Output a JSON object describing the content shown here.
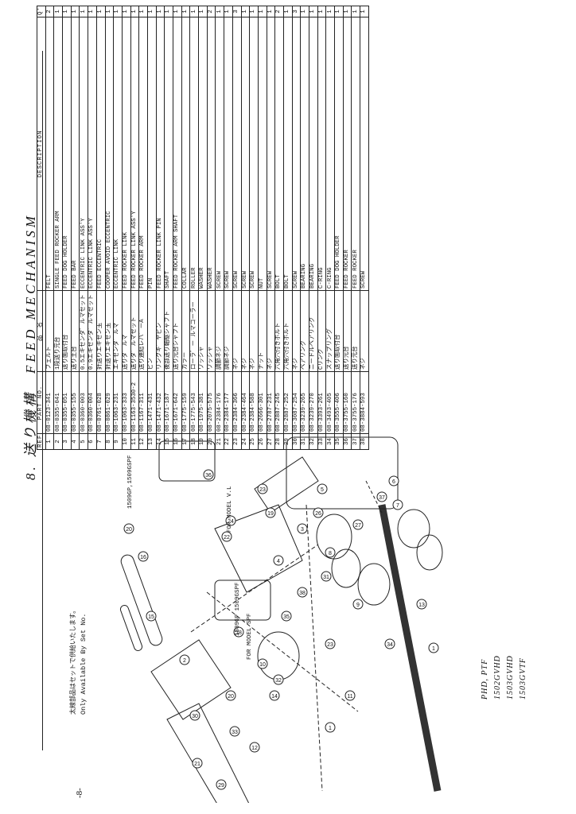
{
  "title": "8. 送り機構　FEED MECHANISM",
  "page_number": "-8-",
  "note_jp": "太線部品はセットで供給いたします。",
  "note_en": "Only Available By Set No.",
  "table": {
    "headers": {
      "ref": "REF.NO.",
      "part": "PART NO.",
      "jp": "品　名",
      "desc": "DESCRIPTION",
      "qty": "Q'TY"
    },
    "rows": [
      {
        "ref": "1",
        "part": "08-0123-341",
        "jp": "フェルト",
        "desc": "FELT",
        "qty": "2"
      },
      {
        "ref": "2",
        "part": "08-0355-041",
        "jp": "1段送り元台",
        "desc": "SINGLE FEED ROCKER ARM",
        "qty": "1"
      },
      {
        "ref": "3",
        "part": "08-0355-051",
        "jp": "送り歯取付台",
        "desc": "FEED DOG HOLDER",
        "qty": "1"
      },
      {
        "ref": "4",
        "part": "08-0355-155",
        "jp": "送り土台",
        "desc": "FEED BAR",
        "qty": "1"
      },
      {
        "ref": "5",
        "part": "08-0360-003",
        "jp": "0.5エキセンダ゛ルマセット",
        "desc": "ECCENTRIC LINK ASS'Y",
        "qty": "1"
      },
      {
        "ref": "6",
        "part": "08-0360-004",
        "jp": "0.9エキセンダ゛ルマセット",
        "desc": "ECCENTRIC LINK ASS'Y",
        "qty": "1"
      },
      {
        "ref": "7",
        "part": "08-0761-028",
        "jp": "針送りエキセン玉",
        "desc": "FEED ECCENTRIC",
        "qty": "1"
      },
      {
        "ref": "8",
        "part": "08-0861-029",
        "jp": "針送りエキセン玉",
        "desc": "COOPER AVOID ECCENTRIC",
        "qty": "1"
      },
      {
        "ref": "9",
        "part": "08-1063-231",
        "jp": "エキセンダ゛ルマ",
        "desc": "ECCENTRIC LINK",
        "qty": "1"
      },
      {
        "ref": "10",
        "part": "08-1063-333",
        "jp": "送りダ゛ルマ",
        "desc": "FEED ROCKER LINK",
        "qty": "1"
      },
      {
        "ref": "11",
        "part": "08-1163-3530-2",
        "jp": "送りダ゛ルマセット",
        "desc": "FEED ROCKER LINK ASS'Y",
        "qty": "1"
      },
      {
        "ref": "12",
        "part": "08-1167-311",
        "jp": "送り連結レバ゛ーA",
        "desc": "FEED ROCKER ARM",
        "qty": "1"
      },
      {
        "ref": "13",
        "part": "08-1471-431",
        "jp": "ピン",
        "desc": "PIN",
        "qty": "1"
      },
      {
        "ref": "14",
        "part": "08-1471-432",
        "jp": "リンクキ゛ヤピン",
        "desc": "FEED ROCKER LINK PIN",
        "qty": "1"
      },
      {
        "ref": "15",
        "part": "08-1671-187",
        "jp": "後部送り軸駆シャフト",
        "desc": "SHAFT",
        "qty": "1"
      },
      {
        "ref": "16",
        "part": "08-1671-642",
        "jp": "送り元台シャフト",
        "desc": "FEED ROCKER ARM SHAFT",
        "qty": "1"
      },
      {
        "ref": "17",
        "part": "08-1775-159",
        "jp": "カラー",
        "desc": "COLLAR",
        "qty": "1"
      },
      {
        "ref": "18",
        "part": "08-1775-543",
        "jp": "ローラ゛ー ルマコーラー",
        "desc": "ROLLER",
        "qty": "1"
      },
      {
        "ref": "19",
        "part": "08-1975-381",
        "jp": "ワッシャ",
        "desc": "WASHER",
        "qty": "1"
      },
      {
        "ref": "20",
        "part": "08-2075-575",
        "jp": "ワッシャ",
        "desc": "WASHER",
        "qty": "2"
      },
      {
        "ref": "21",
        "part": "08-2384-176",
        "jp": "調節ネジ",
        "desc": "SCREW",
        "qty": "1"
      },
      {
        "ref": "22",
        "part": "08-2384-177",
        "jp": "調節ネジ",
        "desc": "SCREW",
        "qty": "1"
      },
      {
        "ref": "23",
        "part": "08-2384-366",
        "jp": "ネジ",
        "desc": "SCREW",
        "qty": "3"
      },
      {
        "ref": "24",
        "part": "08-2384-464",
        "jp": "ネジ",
        "desc": "SCREW",
        "qty": "1"
      },
      {
        "ref": "25",
        "part": "08-2384-588",
        "jp": "ネジ",
        "desc": "SCREW",
        "qty": "1"
      },
      {
        "ref": "26",
        "part": "08-2666-301",
        "jp": "ナット",
        "desc": "NUT",
        "qty": "1"
      },
      {
        "ref": "27",
        "part": "08-2787-231",
        "jp": "ネジ",
        "desc": "SCREW",
        "qty": "1"
      },
      {
        "ref": "28",
        "part": "08-2887-245",
        "jp": "六角穴付きボルト",
        "desc": "BOLT",
        "qty": "2"
      },
      {
        "ref": "29",
        "part": "08-2887-252",
        "jp": "六角穴付きボルト",
        "desc": "BOLT",
        "qty": "1"
      },
      {
        "ref": "30",
        "part": "08-3087-254",
        "jp": "ネジ",
        "desc": "SCREW",
        "qty": "3"
      },
      {
        "ref": "31",
        "part": "08-3239-265",
        "jp": "ベアリング",
        "desc": "BEARING",
        "qty": "1"
      },
      {
        "ref": "32",
        "part": "08-3239-270",
        "jp": "ニードルベアリング",
        "desc": "BEARING",
        "qty": "1"
      },
      {
        "ref": "33",
        "part": "08-3393-261",
        "jp": "Cリング",
        "desc": "C-RING",
        "qty": "1"
      },
      {
        "ref": "34",
        "part": "08-3493-405",
        "jp": "スナップリング",
        "desc": "C-RING",
        "qty": "1"
      },
      {
        "ref": "35",
        "part": "08-3555-406",
        "jp": "送り歯取付台",
        "desc": "FEED DOG HOLDER",
        "qty": "1"
      },
      {
        "ref": "36",
        "part": "08-3755-160",
        "jp": "送り元台",
        "desc": "FEED ROCKER",
        "qty": "1"
      },
      {
        "ref": "37",
        "part": "08-3755-176",
        "jp": "送り元台",
        "desc": "FEED ROCKER",
        "qty": "1"
      },
      {
        "ref": "38",
        "part": "08-3884-593",
        "jp": "ネジ",
        "desc": "SCREW",
        "qty": "1"
      }
    ]
  },
  "diagram_labels": {
    "variant_a": "1509GP,1509GSPF",
    "variant_b": "1509GP 1509GSPF",
    "model_vl": "FOR MODEL V.L",
    "model_spf": "FOR MODEL SPF"
  },
  "model_list": [
    "PHD, PTF",
    "1502GVHD",
    "1503GVHD",
    "1503GVTF"
  ]
}
